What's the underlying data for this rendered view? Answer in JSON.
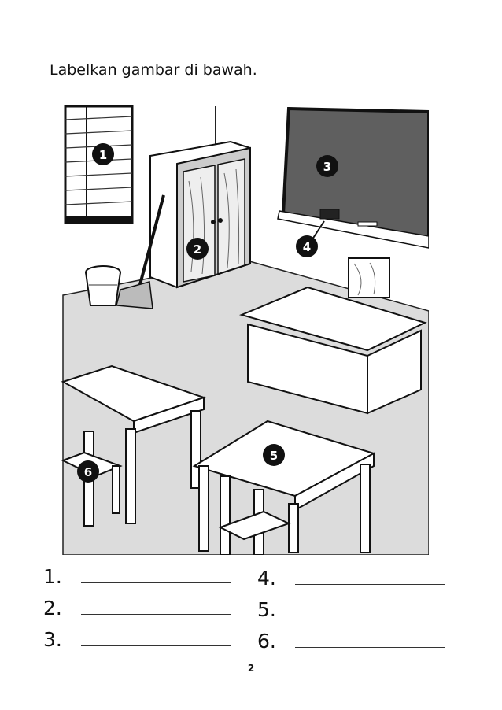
{
  "instruction": "Labelkan gambar di bawah.",
  "markers": [
    "1",
    "2",
    "3",
    "4",
    "5",
    "6"
  ],
  "answers": {
    "left": [
      {
        "num": "1."
      },
      {
        "num": "2."
      },
      {
        "num": "3."
      }
    ],
    "right": [
      {
        "num": "4."
      },
      {
        "num": "5."
      },
      {
        "num": "6."
      }
    ]
  },
  "page_number": "2",
  "colors": {
    "ink": "#111111",
    "floor": "#dcdcdc",
    "board": "#5f5f5f",
    "wall": "#ffffff"
  }
}
